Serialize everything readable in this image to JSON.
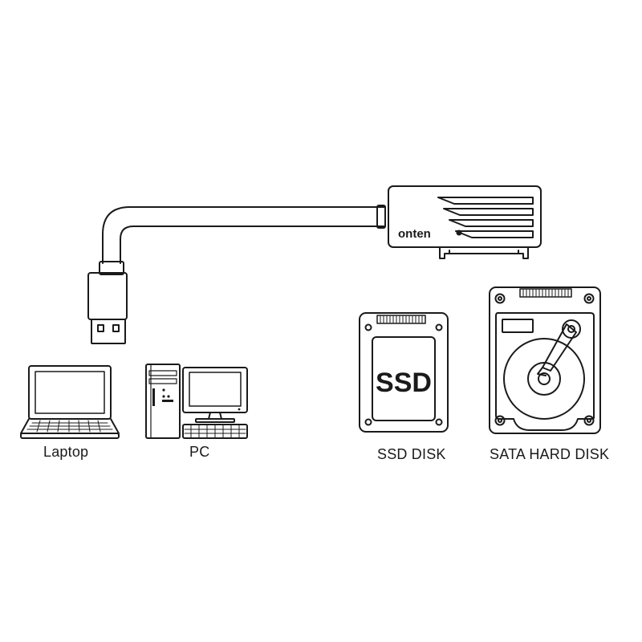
{
  "adapter": {
    "brand": "onten"
  },
  "ssd_label": "SSD",
  "labels": {
    "laptop": "Laptop",
    "pc": "PC",
    "ssd": "SSD DISK",
    "hdd": "SATA HARD DISK"
  },
  "colors": {
    "line": "#1a1a1a",
    "background": "#ffffff"
  }
}
